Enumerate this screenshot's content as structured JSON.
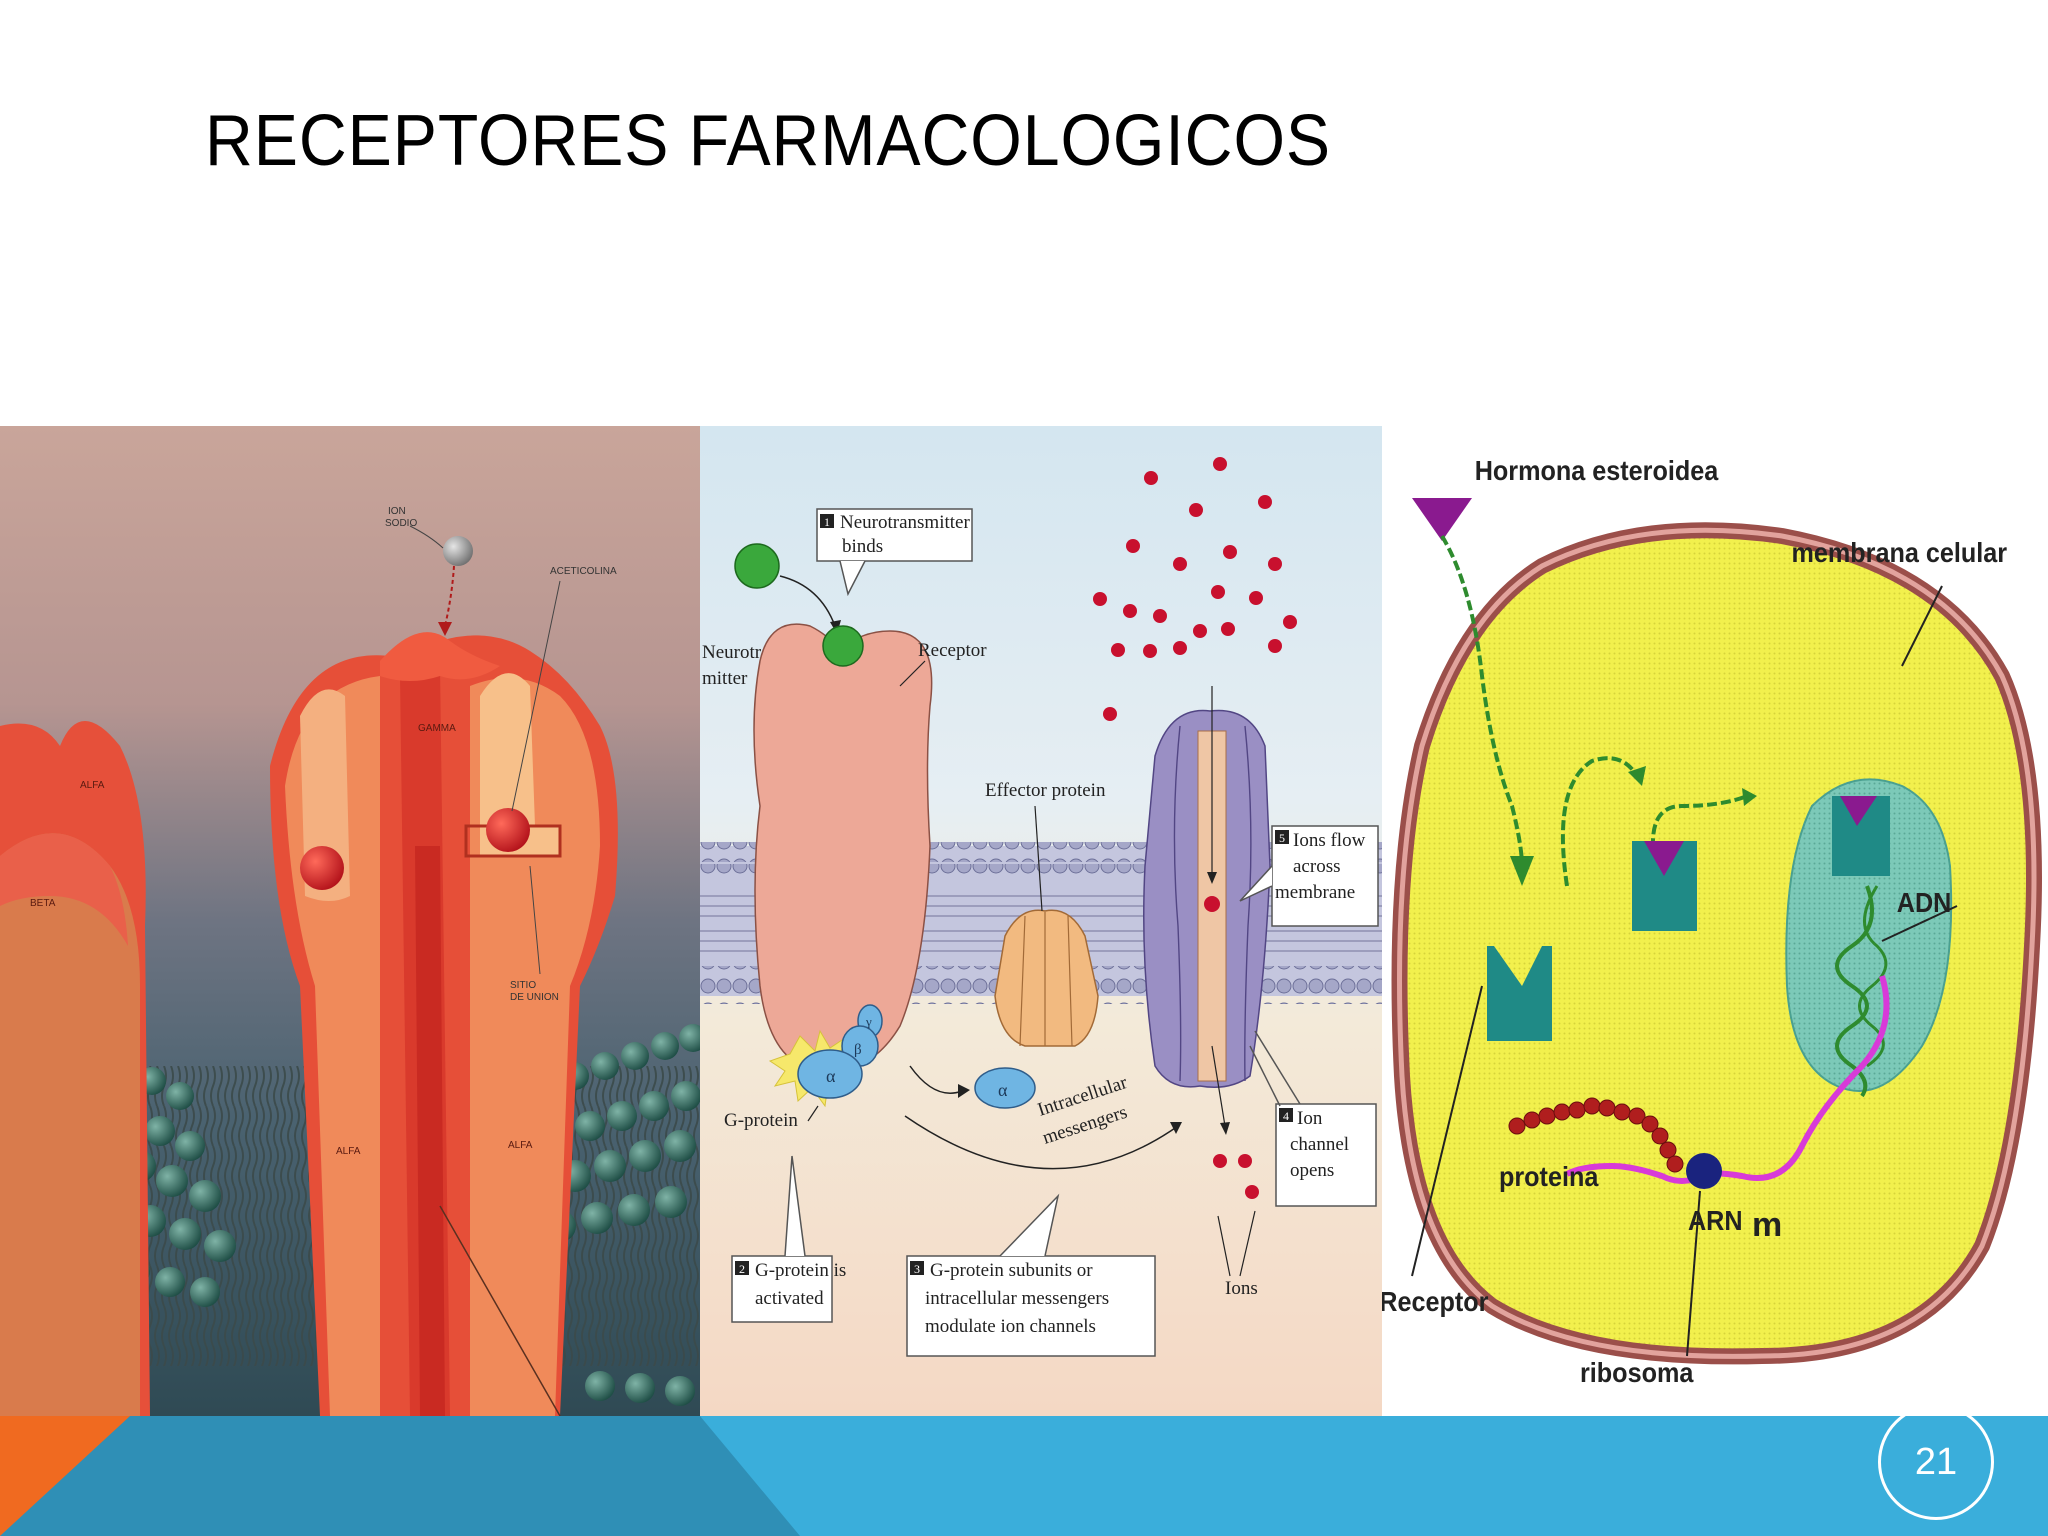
{
  "slide": {
    "title": "RECEPTORES FARMACOLOGICOS",
    "page_number": "21"
  },
  "colors": {
    "footer_blue": "#3aaedb",
    "footer_dark_blue": "#2f8fb6",
    "footer_orange": "#f06a20"
  },
  "nicotinic_panel": {
    "labels": {
      "ion": "ION",
      "sodio": "SODIO",
      "acetilcolina": "ACETICOLINA",
      "gamma": "GAMMA",
      "alfa_left": "ALFA",
      "beta": "BETA",
      "sitio": "SITIO",
      "de_union": "DE UNION",
      "alfa_center": "ALFA",
      "alfa_right": "ALFA"
    }
  },
  "gprotein_panel": {
    "step1_num": "1",
    "step1_line1": "Neurotransmitter",
    "step1_line2": "binds",
    "neurotransmitter_line1": "Neurotrans-",
    "neurotransmitter_line2": "mitter",
    "receptor": "Receptor",
    "effector": "Effector protein",
    "step5_num": "5",
    "step5_line1": "Ions flow",
    "step5_line2": "across",
    "step5_line3": "membrane",
    "gprotein": "G-protein",
    "alpha": "α",
    "beta": "β",
    "gamma": "γ",
    "intracellular": "Intracellular",
    "messengers": "messengers",
    "step4_num": "4",
    "step4_line1": "Ion",
    "step4_line2": "channel",
    "step4_line3": "opens",
    "step2_num": "2",
    "step2_line1": "G-protein is",
    "step2_line2": "activated",
    "step3_num": "3",
    "step3_line1": "G-protein subunits or",
    "step3_line2": "intracellular messengers",
    "step3_line3": "modulate ion channels",
    "ions": "Ions"
  },
  "steroid_panel": {
    "hormona": "Hormona esteroidea",
    "membrana": "membrana celular",
    "adn": "ADN",
    "proteina": "proteina",
    "arn": "ARN",
    "arn_m": "m",
    "receptor": "Receptor",
    "ribosoma": "ribosoma"
  }
}
